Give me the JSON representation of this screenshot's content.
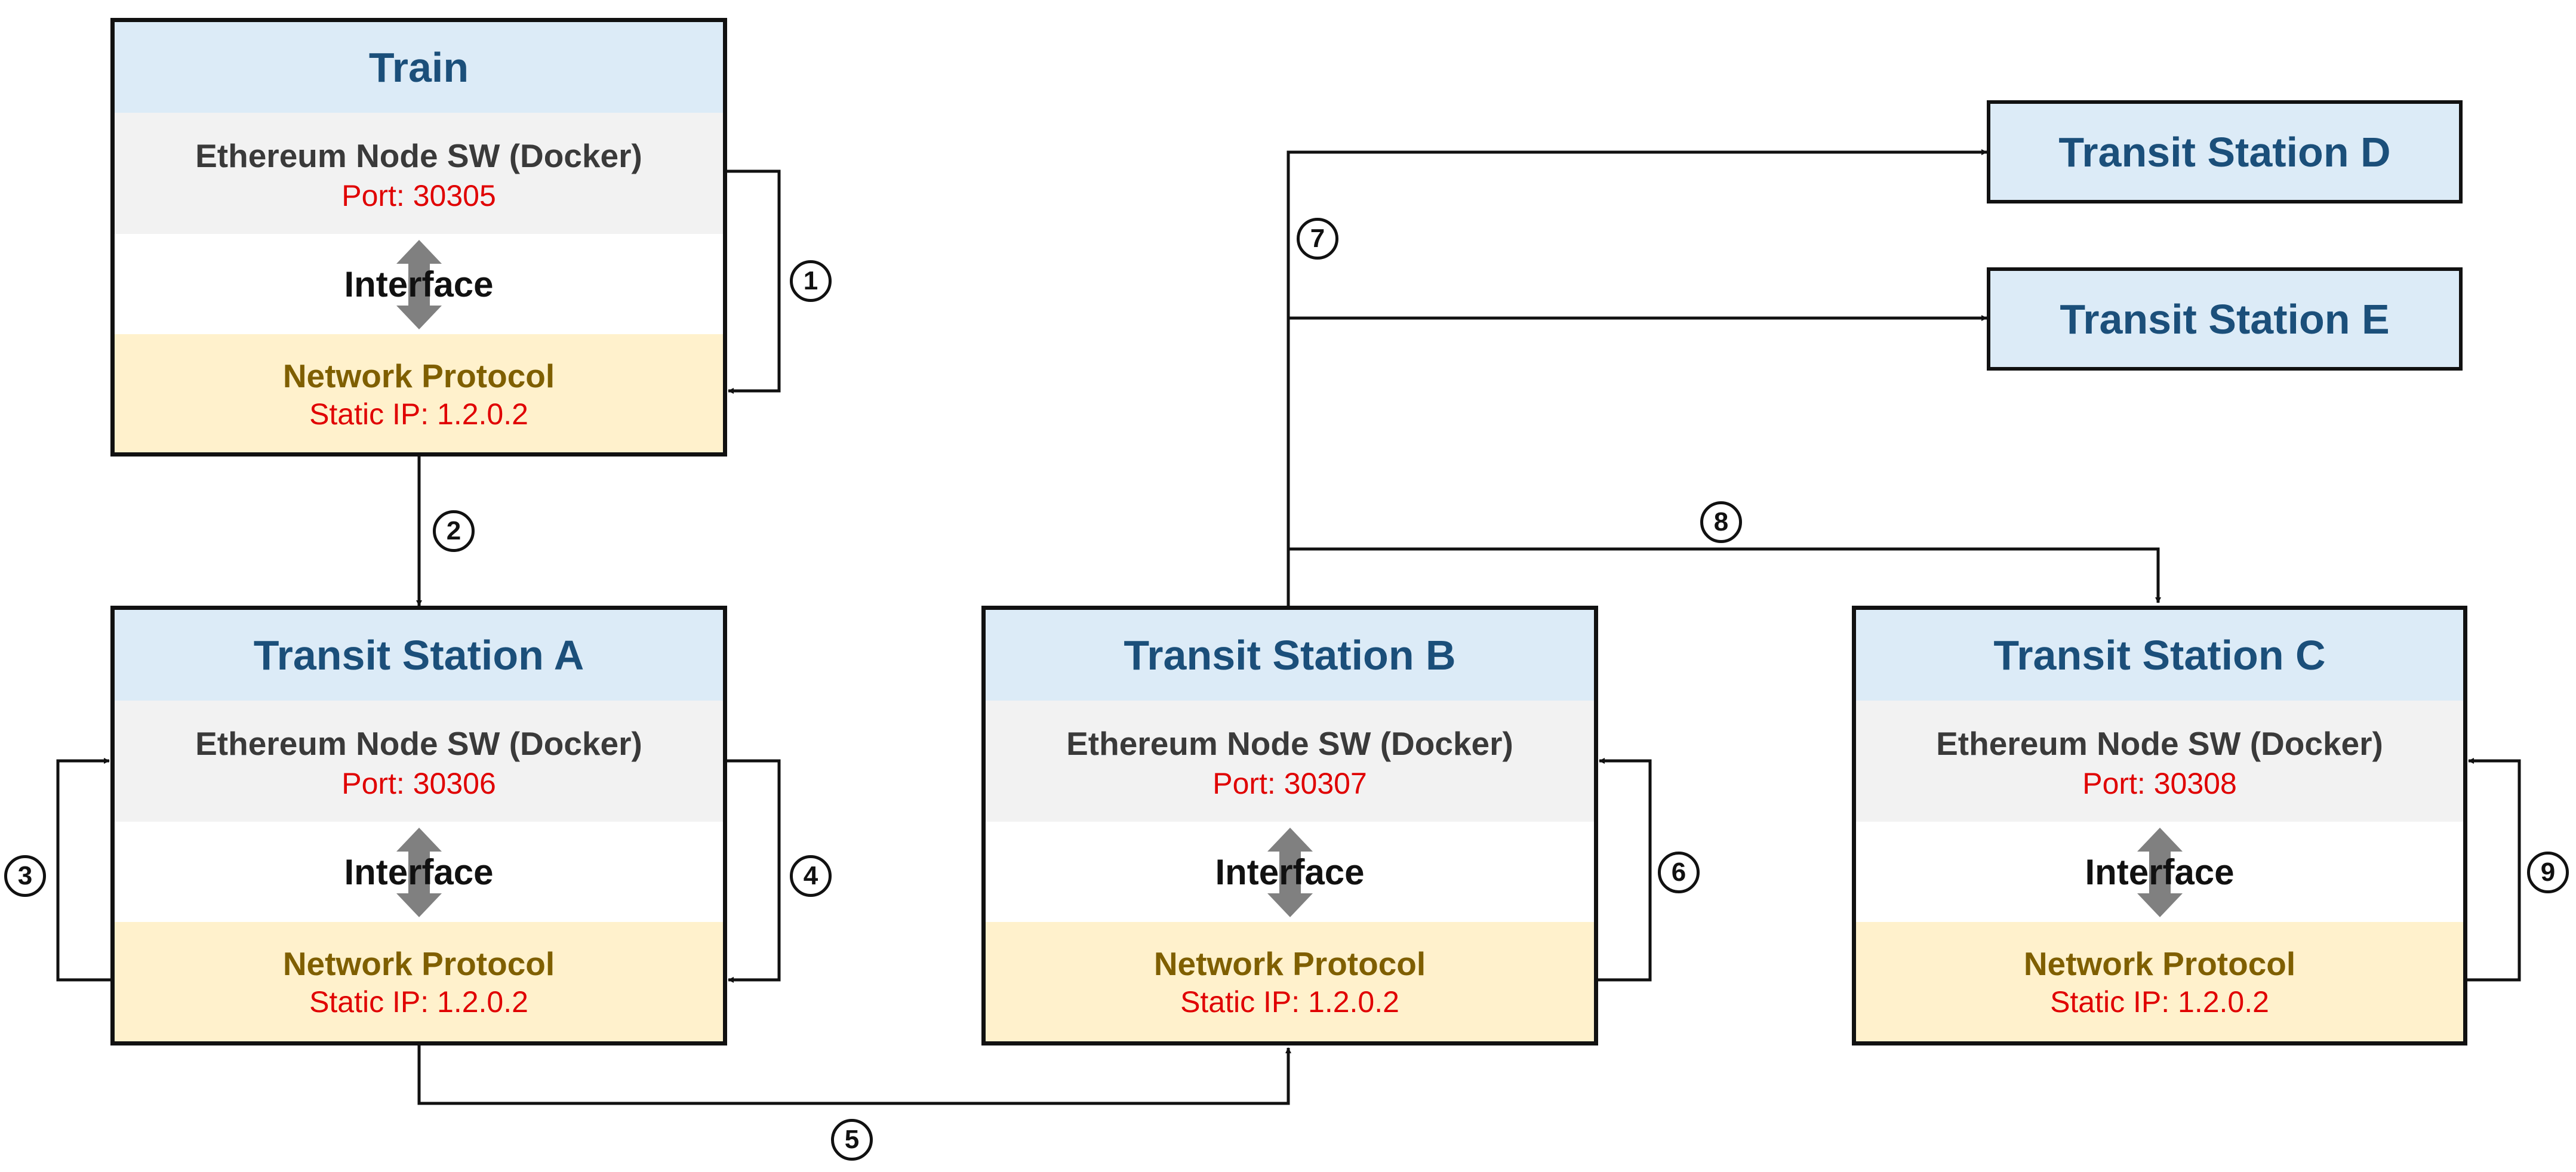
{
  "common": {
    "software_label": "Ethereum Node SW (Docker)",
    "interface_label": "Interface",
    "network_label": "Network Protocol"
  },
  "nodes": [
    {
      "title": "Train",
      "port": "Port: 30305",
      "ip": "Static IP: 1.2.0.2"
    },
    {
      "title": "Transit Station A",
      "port": "Port: 30306",
      "ip": "Static IP: 1.2.0.2"
    },
    {
      "title": "Transit Station B",
      "port": "Port: 30307",
      "ip": "Static IP: 1.2.0.2"
    },
    {
      "title": "Transit Station C",
      "port": "Port: 30308",
      "ip": "Static IP: 1.2.0.2"
    }
  ],
  "stations": [
    {
      "title": "Transit Station D"
    },
    {
      "title": "Transit Station E"
    }
  ],
  "steps": [
    "1",
    "2",
    "3",
    "4",
    "5",
    "6",
    "7",
    "8",
    "9"
  ],
  "colors": {
    "header_fill": "#DCEBF7",
    "header_text": "#1B4F7A",
    "software_fill": "#F2F2F2",
    "network_fill": "#FFF1CC",
    "network_text": "#7F5F00",
    "value_text": "#E00000",
    "arrow_gray": "#808080"
  }
}
